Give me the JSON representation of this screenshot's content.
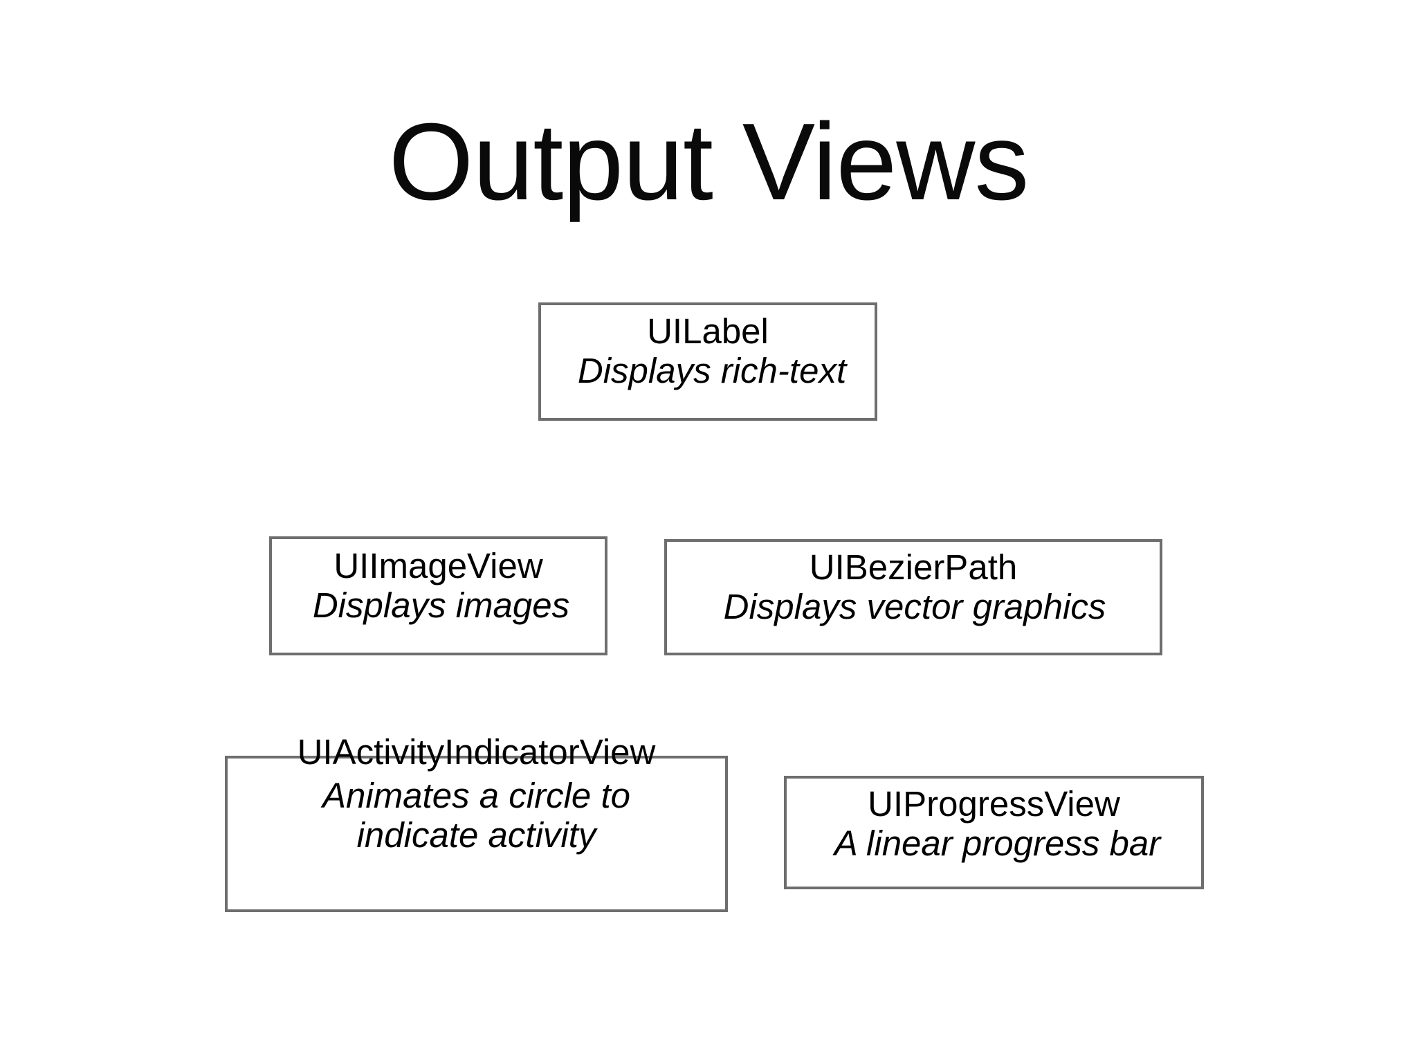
{
  "slide": {
    "title": "Output Views",
    "background_color": "#ffffff",
    "text_color": "#000000",
    "box_border_color": "#6e6e6e"
  },
  "boxes": [
    {
      "id": "uilabel",
      "name": "UILabel",
      "description": "Displays rich-text"
    },
    {
      "id": "uiimageview",
      "name": "UIImageView",
      "description": "Displays images"
    },
    {
      "id": "uibezierpath",
      "name": "UIBezierPath",
      "description": "Displays vector graphics"
    },
    {
      "id": "uiactivityindicatorview",
      "name": "UIActivityIndicatorView",
      "description": "Animates a circle to indicate activity"
    },
    {
      "id": "uiprogressview",
      "name": "UIProgressView",
      "description": "A linear progress bar"
    }
  ]
}
